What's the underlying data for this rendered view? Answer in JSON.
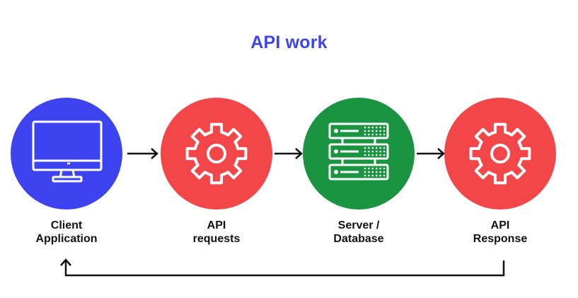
{
  "title": "API work",
  "colors": {
    "title": "#3d43ee",
    "client": "#3d43ee",
    "requests": "#f34648",
    "server": "#1a9440",
    "response": "#f34648",
    "icon": "#ffffff",
    "line": "#111111"
  },
  "nodes": [
    {
      "id": "client",
      "icon": "monitor-icon",
      "line1": "Client",
      "line2": "Application"
    },
    {
      "id": "requests",
      "icon": "gear-icon",
      "line1": "API",
      "line2": "requests"
    },
    {
      "id": "server",
      "icon": "server-icon",
      "line1": "Server /",
      "line2": "Database"
    },
    {
      "id": "response",
      "icon": "gear-icon",
      "line1": "API",
      "line2": "Response"
    }
  ]
}
